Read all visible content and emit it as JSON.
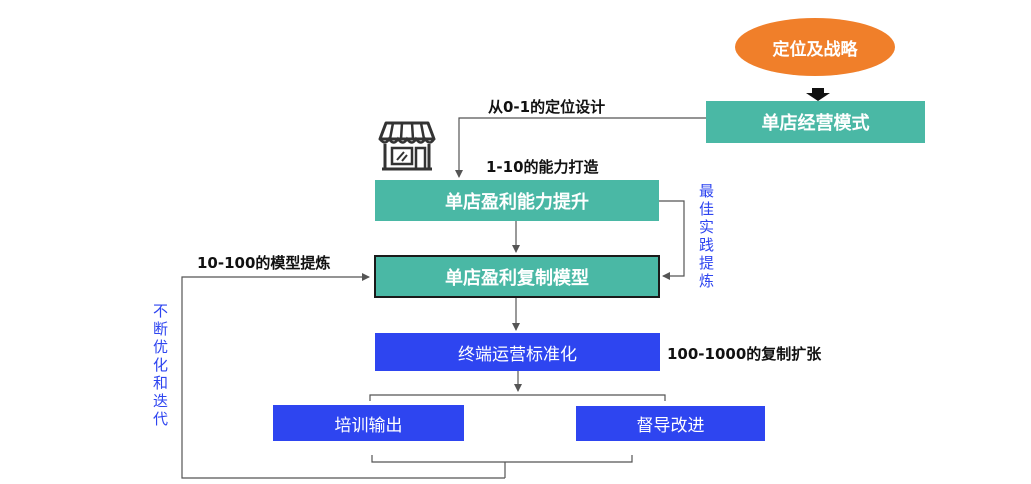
{
  "nodes": {
    "positioning_strategy": "定位及战略",
    "single_store_model": "单店经营模式",
    "profit_capability": "单店盈利能力提升",
    "profit_replication": "单店盈利复制模型",
    "terminal_standardization": "终端运营标准化",
    "training_output": "培训输出",
    "supervision_improvement": "督导改进"
  },
  "labels": {
    "stage_0_1": "从0-1的定位设计",
    "stage_1_10": "1-10的能力打造",
    "stage_10_100": "10-100的模型提炼",
    "stage_100_1000": "100-1000的复制扩张",
    "best_practice": "最佳实践提炼",
    "continuous_optimization": "不断优化和迭代"
  },
  "icons": {
    "store": "storefront-icon"
  },
  "colors": {
    "orange": "#f07f2a",
    "teal": "#4ab8a5",
    "blue": "#2e45f0",
    "line": "#555555"
  }
}
